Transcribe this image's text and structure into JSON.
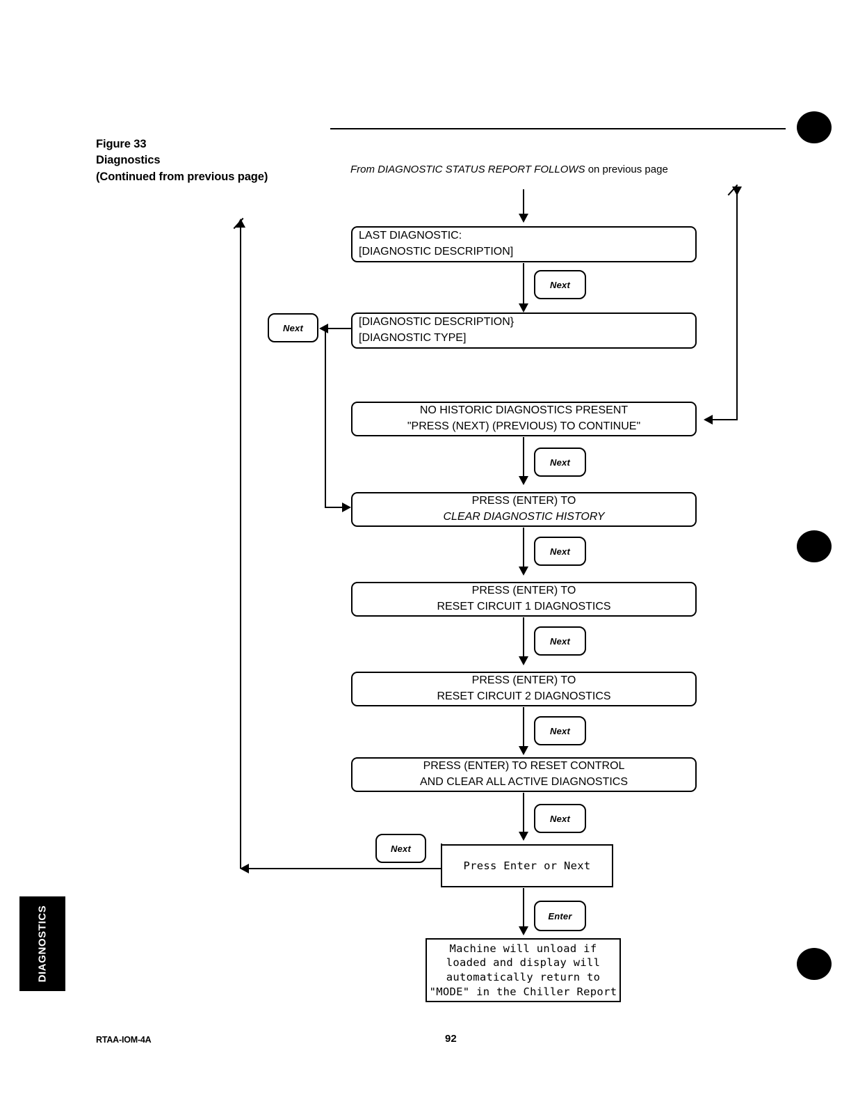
{
  "document": {
    "figure_caption_lines": [
      "Figure 33",
      "Diagnostics",
      "(Continued from previous page)"
    ],
    "footer_code": "RTAA-IOM-4A",
    "page_number": "92",
    "side_tab_label": "DIAGNOSTICS",
    "ink_color": "#000000",
    "paper_color": "#ffffff"
  },
  "flow": {
    "source_note_italic": "From DIAGNOSTIC STATUS REPORT FOLLOWS",
    "source_note_tail": " on previous page",
    "boxes": [
      {
        "id": "last-diagnostic",
        "align": "left",
        "lines": [
          "LAST DIAGNOSTIC:",
          "[DIAGNOSTIC DESCRIPTION]"
        ]
      },
      {
        "id": "diagnostic-description",
        "align": "left",
        "lines": [
          "[DIAGNOSTIC DESCRIPTION}",
          "[DIAGNOSTIC TYPE]"
        ]
      },
      {
        "id": "no-historic-diagnostics",
        "align": "center",
        "lines": [
          "NO HISTORIC DIAGNOSTICS PRESENT",
          "\"PRESS (NEXT) (PREVIOUS) TO CONTINUE\""
        ]
      },
      {
        "id": "clear-diagnostic-history",
        "align": "center",
        "lines": [
          "PRESS (ENTER) TO",
          "CLEAR DIAGNOSTIC HISTORY"
        ]
      },
      {
        "id": "reset-circuit-1",
        "align": "center",
        "lines": [
          "PRESS (ENTER) TO",
          "RESET CIRCUIT 1 DIAGNOSTICS"
        ]
      },
      {
        "id": "reset-circuit-2",
        "align": "center",
        "lines": [
          "PRESS (ENTER) TO",
          "RESET CIRCUIT 2 DIAGNOSTICS"
        ]
      },
      {
        "id": "reset-control",
        "align": "center",
        "lines": [
          "PRESS (ENTER) TO RESET CONTROL",
          "AND CLEAR ALL ACTIVE DIAGNOSTICS"
        ]
      }
    ],
    "mono_boxes": [
      {
        "id": "press-enter-or-next",
        "lines": [
          "Press Enter or Next"
        ]
      },
      {
        "id": "machine-unload",
        "lines": [
          "Machine will unload if",
          "loaded and display will",
          "automatically return to",
          "\"MODE\" in the Chiller Report"
        ]
      }
    ],
    "keys": {
      "next": "Next",
      "enter": "Enter"
    },
    "key_buttons": [
      {
        "id": "next-after-last-diagnostic",
        "label": "Next"
      },
      {
        "id": "next-loop-from-description",
        "label": "Next"
      },
      {
        "id": "next-after-no-historic",
        "label": "Next"
      },
      {
        "id": "next-after-clear-history",
        "label": "Next"
      },
      {
        "id": "next-after-reset-circuit-1",
        "label": "Next"
      },
      {
        "id": "next-after-reset-circuit-2",
        "label": "Next"
      },
      {
        "id": "next-after-reset-control",
        "label": "Next"
      },
      {
        "id": "next-loop-to-top",
        "label": "Next"
      },
      {
        "id": "enter-to-unload",
        "label": "Enter"
      }
    ]
  }
}
